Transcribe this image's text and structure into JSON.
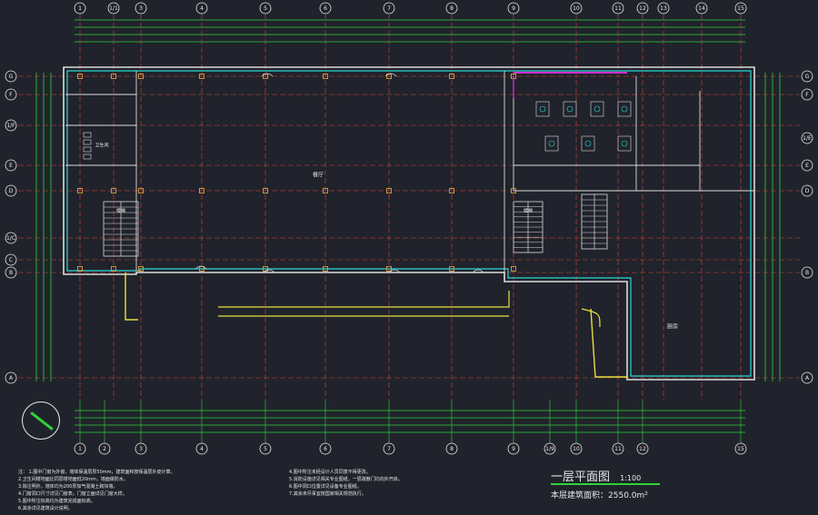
{
  "drawing": {
    "title": "一层平面图",
    "scale": "1:100",
    "area_label": "本层建筑面积：",
    "area_value": "2550.0m²"
  },
  "axes": {
    "columns": [
      "1",
      "1/1",
      "3",
      "4",
      "5",
      "6",
      "7",
      "8",
      "9",
      "10",
      "11",
      "12",
      "13",
      "14",
      "15"
    ],
    "columns_bottom": [
      "1",
      "2",
      "3",
      "4",
      "5",
      "6",
      "7",
      "8",
      "9",
      "1/9",
      "10",
      "11",
      "12",
      "15"
    ],
    "rows_left": [
      "G",
      "F",
      "1/F",
      "E",
      "D",
      "1/C",
      "C",
      "B",
      "A"
    ],
    "rows_right": [
      "G",
      "F",
      "1/E",
      "E",
      "D",
      "B",
      "A"
    ]
  },
  "rooms": {
    "dining": "餐厅",
    "kitchen": "厨房",
    "toilet": "卫生间",
    "stair_1": "楼梯",
    "stair_2": "楼梯"
  },
  "notes": {
    "heading": "注：",
    "lines": [
      "1.图中门窗为外窗，墙体保温层厚50mm，建筑面积按保温层外皮计算。",
      "2.卫生间楼地面比同层楼地面低20mm，墙面做防水。",
      "3.除注明外，墙体均为200厚加气混凝土砌块墙。",
      "4.门窗洞口尺寸详见门窗表，门窗立面详见门窗大样。",
      "5.图中所注标高均为建筑完成面标高。",
      "6.其余详见建筑设计说明。"
    ],
    "lines_right": [
      "4.图中所注未经设计人员同意不得更改。",
      "5.消防设施详见相关专业图纸，一层疏散门均向外开启。",
      "6.图中洞口位置详见设备专业图纸。",
      "7.其余未尽事宜按国家相关规范执行。"
    ]
  },
  "colors": {
    "background": "#20232b",
    "axis_line": "#d8443d",
    "dimension": "#2fd23a",
    "wall": "#dcdcdc",
    "window": "#2ad6d6",
    "text": "#e8e8e8",
    "accent": "#d02fd0",
    "stair": "#e8e040"
  }
}
